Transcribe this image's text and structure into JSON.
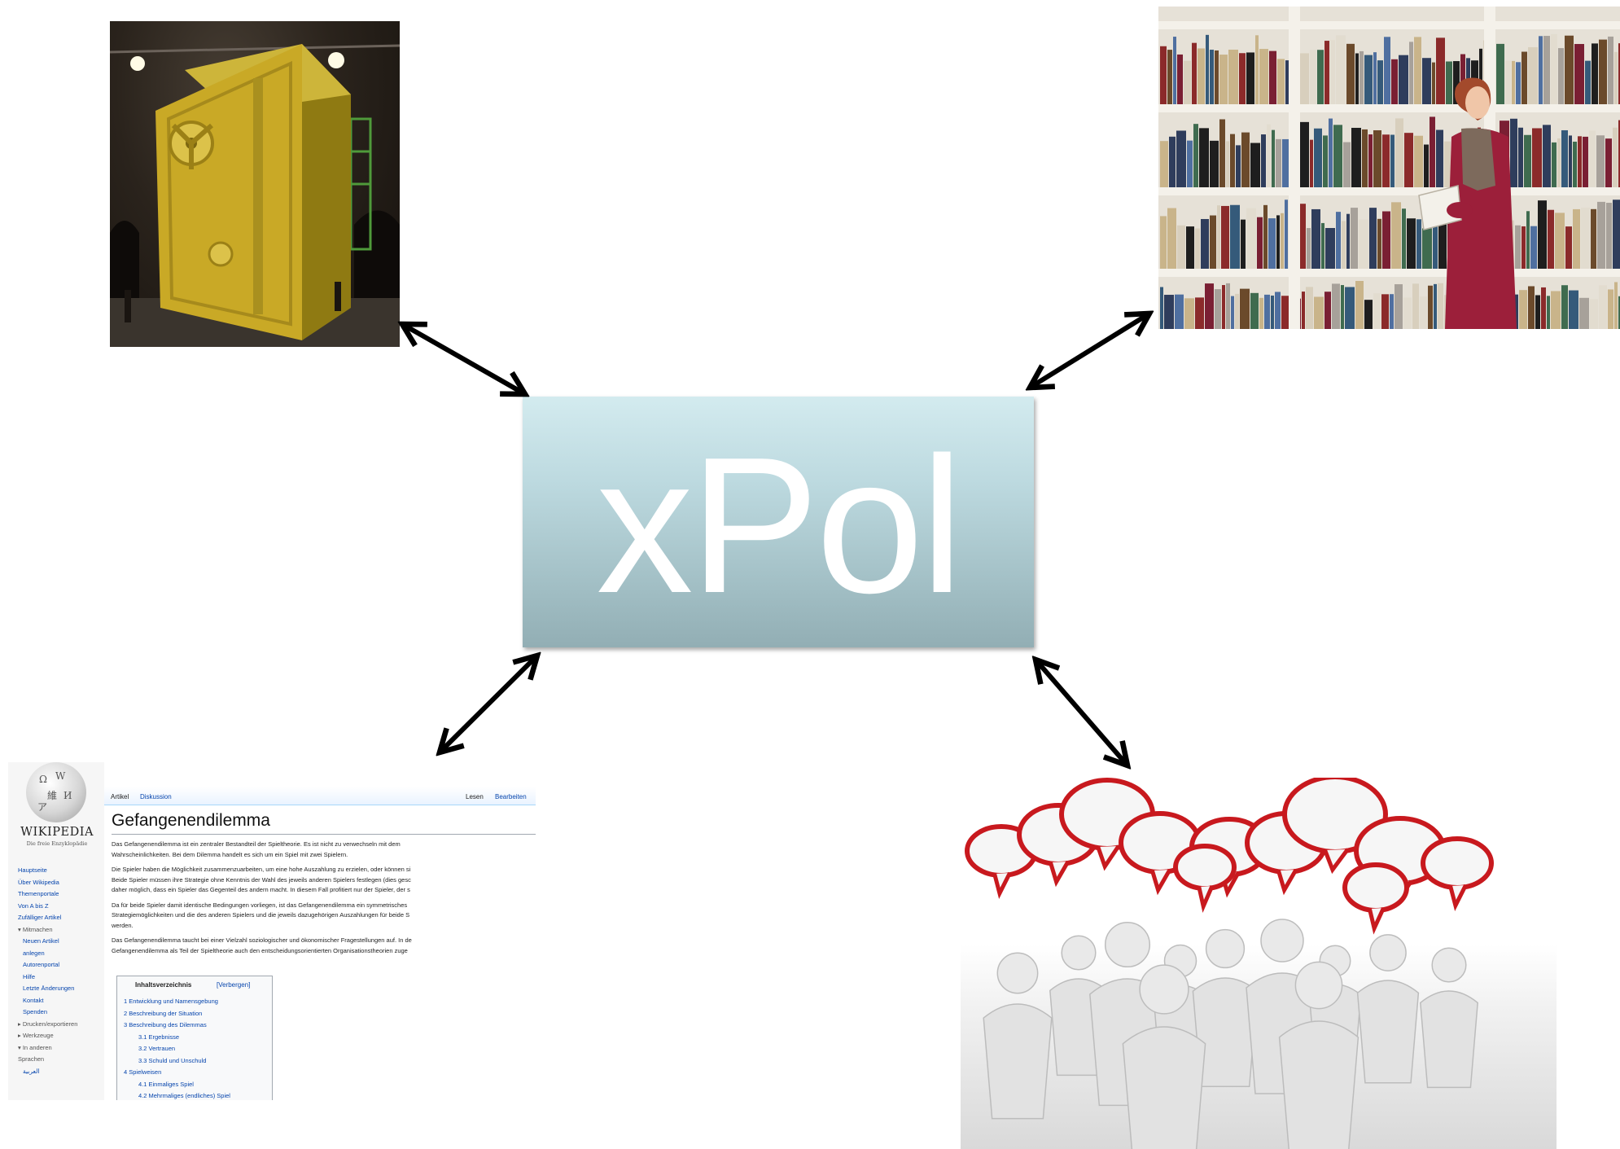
{
  "center": {
    "title": "xPol"
  },
  "wiki": {
    "wordmark": "WIKIPEDIA",
    "tagline": "Die freie Enzyklopädie",
    "nav": [
      {
        "label": "Hauptseite",
        "kind": "link"
      },
      {
        "label": "Über Wikipedia",
        "kind": "link"
      },
      {
        "label": "Themenportale",
        "kind": "link"
      },
      {
        "label": "Von A bis Z",
        "kind": "link"
      },
      {
        "label": "Zufälliger Artikel",
        "kind": "link"
      },
      {
        "label": "▾ Mitmachen",
        "kind": "head"
      },
      {
        "label": "Neuen Artikel",
        "kind": "ind"
      },
      {
        "label": "anlegen",
        "kind": "ind"
      },
      {
        "label": "Autorenportal",
        "kind": "ind"
      },
      {
        "label": "Hilfe",
        "kind": "ind"
      },
      {
        "label": "Letzte Änderungen",
        "kind": "ind"
      },
      {
        "label": "Kontakt",
        "kind": "ind"
      },
      {
        "label": "Spenden",
        "kind": "ind"
      },
      {
        "label": "▸ Drucken/exportieren",
        "kind": "head"
      },
      {
        "label": "▸ Werkzeuge",
        "kind": "head"
      },
      {
        "label": "▾ In anderen",
        "kind": "head"
      },
      {
        "label": "Sprachen",
        "kind": "head"
      },
      {
        "label": "العربية",
        "kind": "ind"
      }
    ],
    "tabs": {
      "article": "Artikel",
      "discussion": "Diskussion",
      "read": "Lesen",
      "edit": "Bearbeiten"
    },
    "title": "Gefangenendilemma",
    "paragraphs": [
      [
        "Das Gefangenendilemma ist ein zentraler Bestandteil der Spieltheorie. Es ist nicht zu verwechseln mit dem",
        "Wahrscheinlichkeiten. Bei dem Dilemma handelt es sich um ein Spiel mit zwei Spielern."
      ],
      [
        "Die Spieler haben die Möglichkeit zusammenzuarbeiten, um eine hohe Auszahlung zu erzielen, oder können si",
        "Beide Spieler müssen ihre Strategie ohne Kenntnis der Wahl des jeweils anderen Spielers festlegen (dies gesc",
        "daher möglich, dass ein Spieler das Gegenteil des andern macht. In diesem Fall profitiert nur der Spieler, der s"
      ],
      [
        "Da für beide Spieler damit identische Bedingungen vorliegen, ist das Gefangenendilemma ein symmetrisches",
        "Strategiemöglichkeiten und die des anderen Spielers und die jeweils dazugehörigen Auszahlungen für beide S",
        "werden."
      ],
      [
        "Das Gefangenendilemma taucht bei einer Vielzahl soziologischer und ökonomischer Fragestellungen auf. In de",
        "Gefangenendilemma als Teil der Spieltheorie auch den entscheidungsorientierten Organisationstheorien zuge"
      ]
    ],
    "toc": {
      "title": "Inhaltsverzeichnis",
      "hide": "[Verbergen]",
      "items": [
        {
          "label": "1  Entwicklung und Namensgebung",
          "sub": false
        },
        {
          "label": "2  Beschreibung der Situation",
          "sub": false
        },
        {
          "label": "3  Beschreibung des Dilemmas",
          "sub": false
        },
        {
          "label": "3.1  Ergebnisse",
          "sub": true
        },
        {
          "label": "3.2  Vertrauen",
          "sub": true
        },
        {
          "label": "3.3  Schuld und Unschuld",
          "sub": true
        },
        {
          "label": "4  Spielweisen",
          "sub": false
        },
        {
          "label": "4.1  Einmaliges Spiel",
          "sub": true
        },
        {
          "label": "4.2  Mehrmaliges (endliches) Spiel",
          "sub": true
        }
      ]
    }
  }
}
